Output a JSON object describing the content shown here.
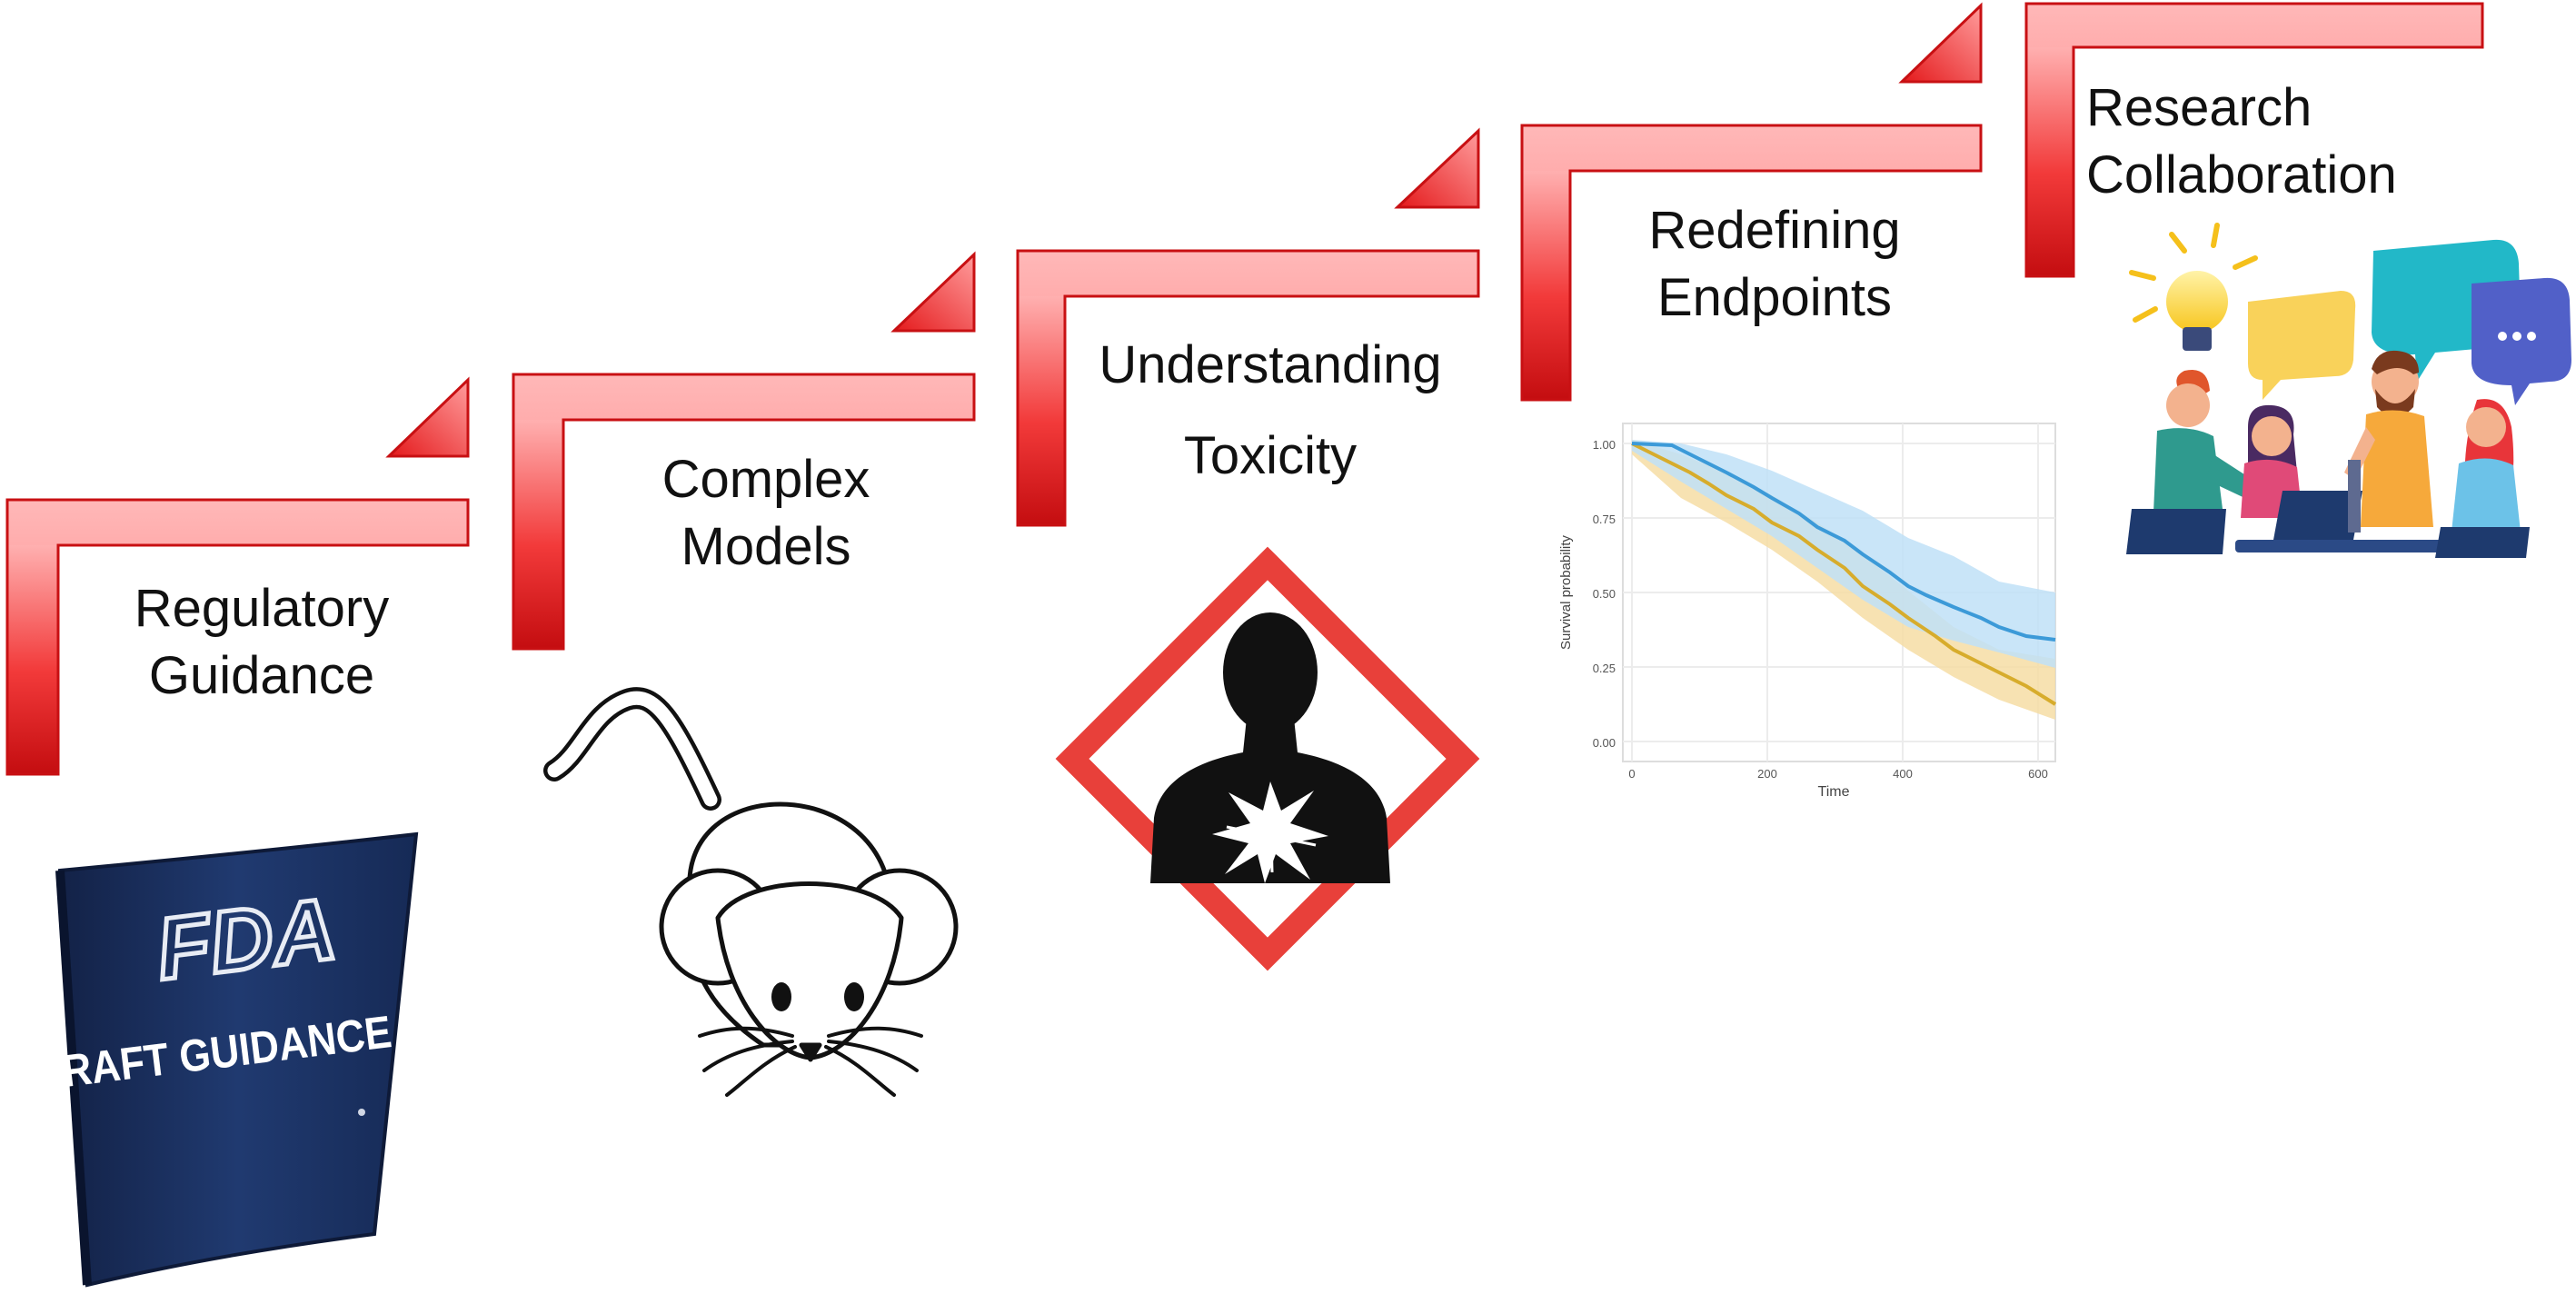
{
  "steps": [
    {
      "label": [
        "Regulatory",
        "Guidance"
      ]
    },
    {
      "label": [
        "Complex",
        "Models"
      ]
    },
    {
      "label": [
        "Understanding",
        "Toxicity"
      ]
    },
    {
      "label": [
        "Redefining",
        "Endpoints"
      ]
    },
    {
      "label": [
        "Research",
        "Collaboration"
      ]
    }
  ],
  "fda_book": {
    "logo": "FDA",
    "title": "DRAFT GUIDANCE"
  },
  "survival_plot": {
    "ylabel": "Survival probability",
    "xlabel": "Time",
    "x_ticks": [
      "0",
      "200",
      "400",
      "600"
    ],
    "y_ticks": [
      "0.00",
      "0.25",
      "0.50",
      "0.75",
      "1.00"
    ]
  },
  "colors": {
    "step_red": "#e31e24",
    "step_light": "#ffa7a7",
    "hazard_red": "#e8403a",
    "survival_blue": "#3c9ad8",
    "survival_gold": "#d7ac2c",
    "book_navy": "#1c2f5c"
  },
  "icons": [
    "fda-book-icon",
    "mouse-icon",
    "health-hazard-icon",
    "survival-chart",
    "collaboration-icon"
  ]
}
